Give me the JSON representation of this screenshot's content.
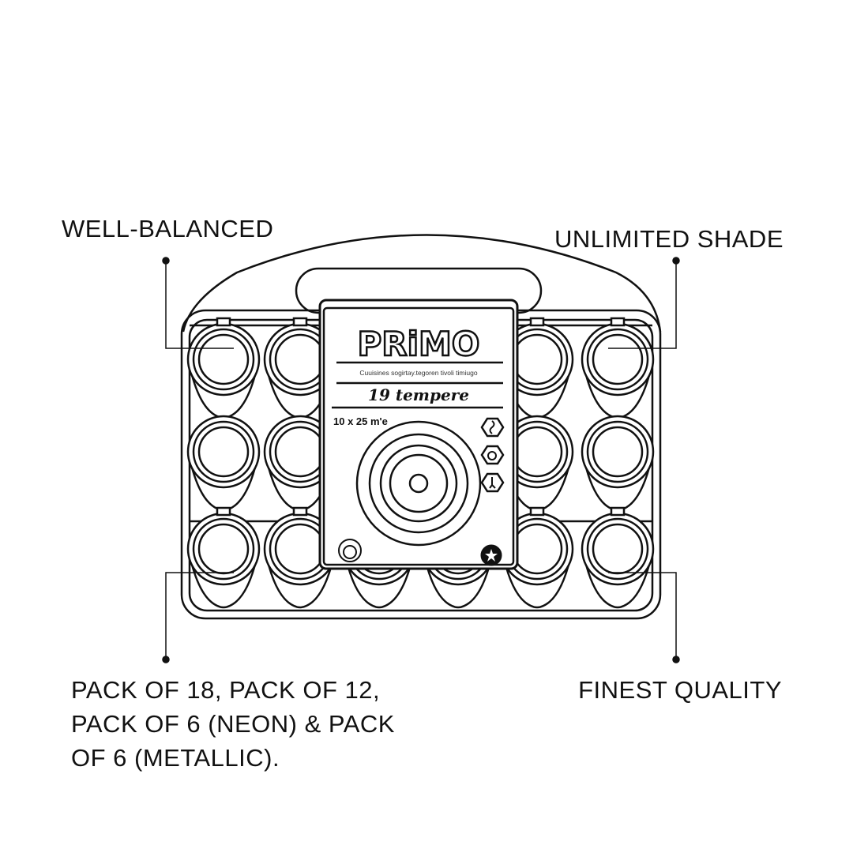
{
  "callouts": {
    "top_left": "WELL-BALANCED",
    "top_right": "UNLIMITED SHADE",
    "bottom_left": [
      "PACK OF 18, PACK OF 12,",
      "PACK OF 6 (NEON) & PACK",
      "OF 6 (METALLIC)."
    ],
    "bottom_right": "FINEST QUALITY"
  },
  "package": {
    "brand": "PRiMO",
    "tagline": "Cuuisines sogirtay.tegoren tivoli timiugo",
    "title": "19 tempere",
    "size": "10 x 25 m'e"
  },
  "icons": [
    "hexagon-safety-icon",
    "hexagon-no-mouth-icon",
    "hexagon-child-icon",
    "seal-badge-icon",
    "star-badge-icon"
  ],
  "colors": {
    "line": "#111111",
    "background": "#ffffff"
  }
}
